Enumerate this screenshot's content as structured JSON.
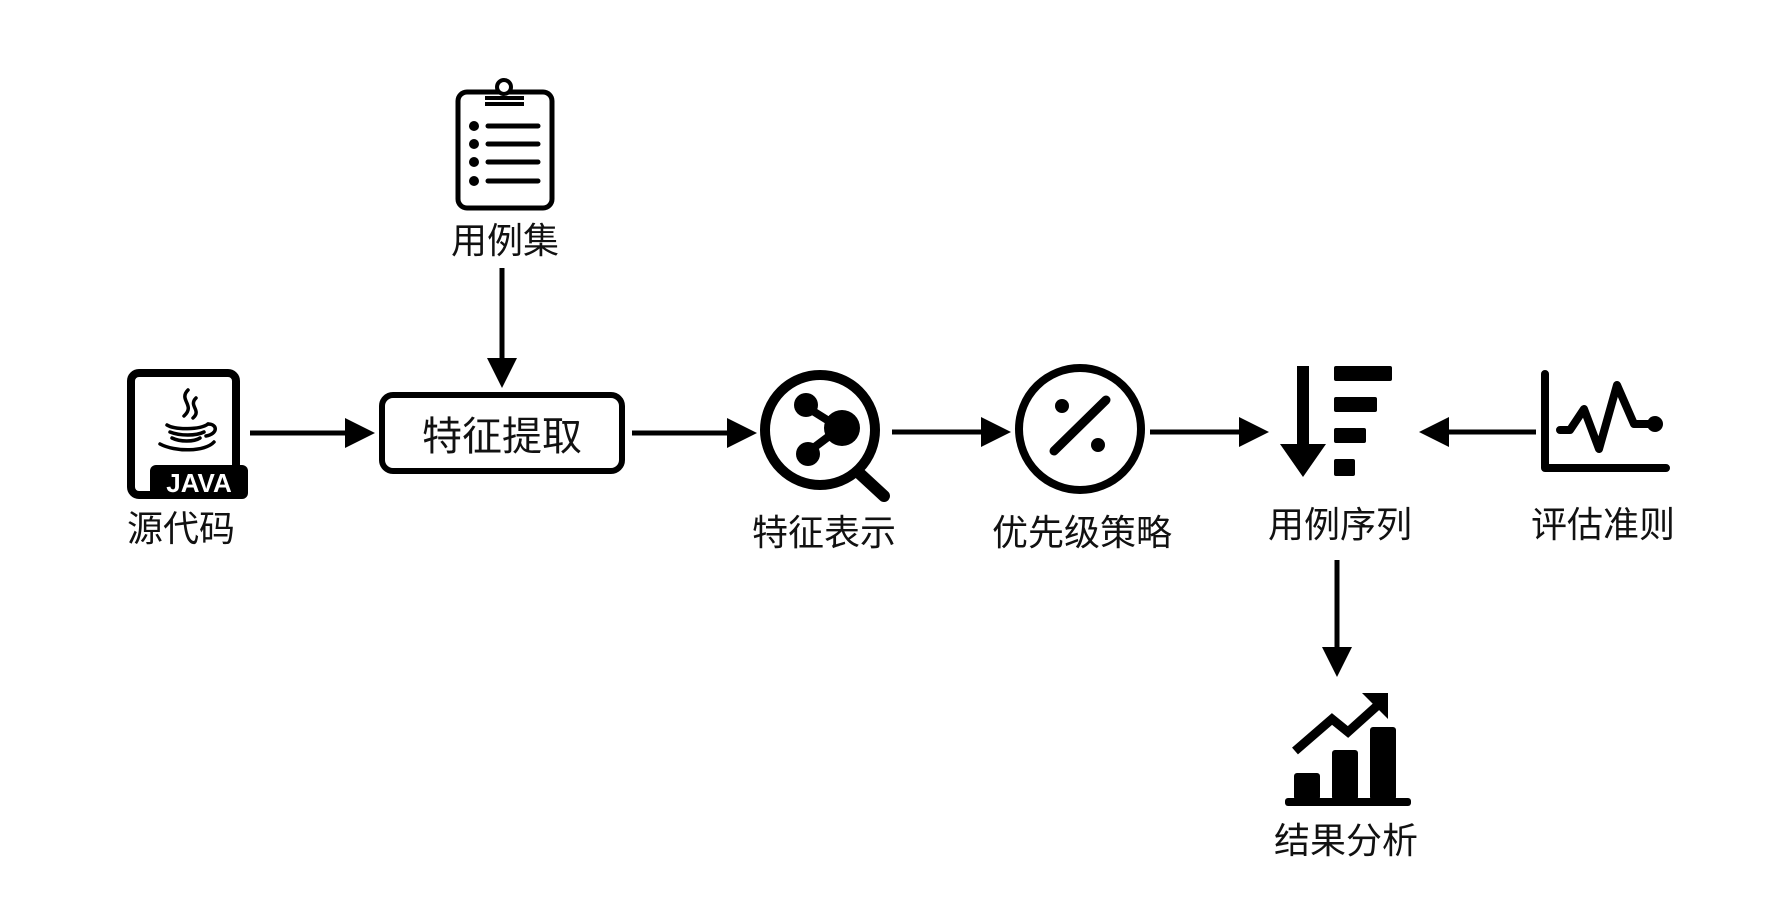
{
  "diagram": {
    "type": "flowchart",
    "colors": {
      "stroke": "#000000",
      "background": "#ffffff",
      "text": "#111111"
    },
    "nodes": [
      {
        "id": "source",
        "label": "源代码",
        "icon": "java-file-icon",
        "badge": "JAVA"
      },
      {
        "id": "testset",
        "label": "用例集",
        "icon": "clipboard-list-icon"
      },
      {
        "id": "extract",
        "label": "特征提取",
        "icon": null,
        "shape": "rounded-box"
      },
      {
        "id": "represent",
        "label": "特征表示",
        "icon": "molecule-search-icon"
      },
      {
        "id": "priority",
        "label": "优先级策略",
        "icon": "percent-circle-icon"
      },
      {
        "id": "sequence",
        "label": "用例序列",
        "icon": "sort-descending-icon"
      },
      {
        "id": "criteria",
        "label": "评估准则",
        "icon": "line-chart-icon"
      },
      {
        "id": "analysis",
        "label": "结果分析",
        "icon": "bar-chart-trend-icon"
      }
    ],
    "edges": [
      {
        "from": "source",
        "to": "extract"
      },
      {
        "from": "testset",
        "to": "extract"
      },
      {
        "from": "extract",
        "to": "represent"
      },
      {
        "from": "represent",
        "to": "priority"
      },
      {
        "from": "priority",
        "to": "sequence"
      },
      {
        "from": "criteria",
        "to": "sequence"
      },
      {
        "from": "sequence",
        "to": "analysis"
      }
    ]
  }
}
